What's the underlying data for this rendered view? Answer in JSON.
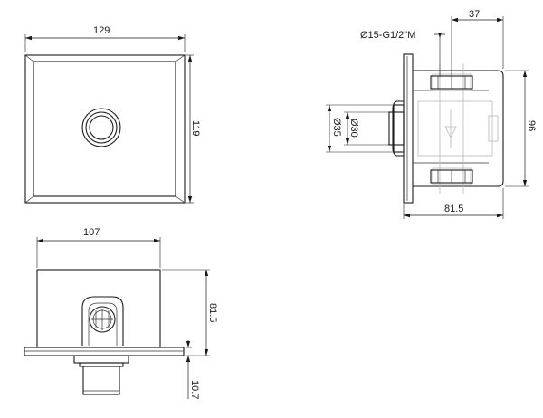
{
  "front_view": {
    "width_label": "129",
    "height_label": "119"
  },
  "side_view": {
    "thread_label": "Ø15-G1/2\"M",
    "depth_top_label": "37",
    "height_label": "96",
    "outer_dia_label": "Ø35",
    "inner_dia_label": "Ø30",
    "depth_label": "81.5"
  },
  "bottom_view": {
    "width_label": "107",
    "height_label": "81.5",
    "plate_label": "10.7"
  }
}
